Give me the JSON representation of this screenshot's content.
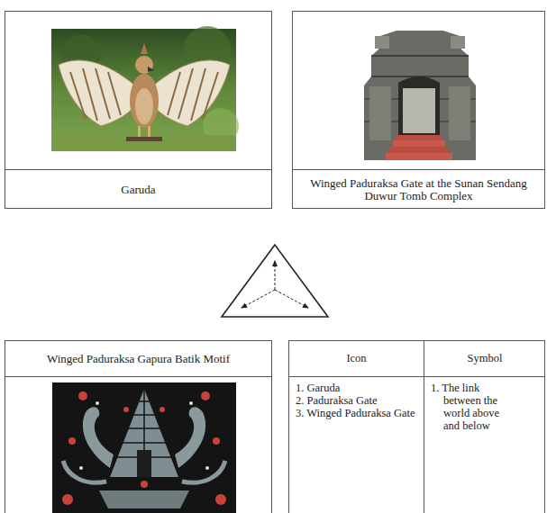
{
  "diagram": {
    "nodes": [
      {
        "text": [
          "Garuda"
        ]
      },
      {
        "text": [
          "Winged Paduraksa Gate at the Sunan Sendang Duwur Tomb Complex"
        ]
      },
      {
        "text": [
          "Winged Paduraksa Gapura Batik Motif"
        ]
      }
    ],
    "labels": [
      "Icon",
      "Symbol",
      "1. Garuda",
      "2. Paduraksa Gate",
      "3. Winged Paduraksa Gate",
      "1. The link between the world above and below"
    ]
  }
}
